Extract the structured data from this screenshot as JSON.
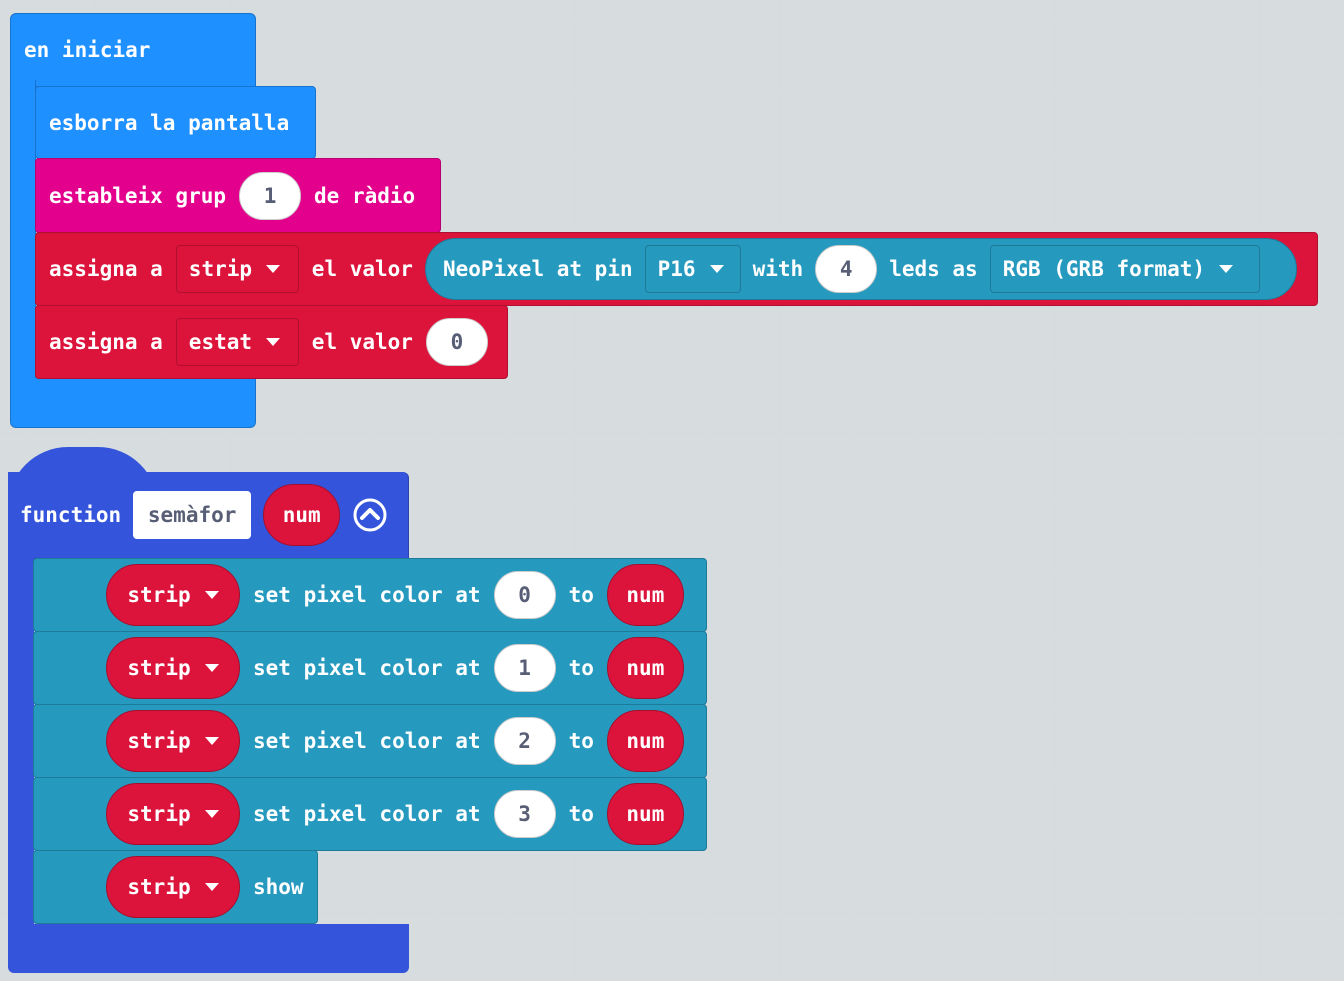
{
  "on_start": {
    "label": "en iniciar",
    "clear_screen": "esborra la pantalla",
    "radio_group": {
      "prefix": "estableix grup",
      "value": "1",
      "suffix": "de ràdio"
    },
    "set_strip": {
      "prefix": "assigna a",
      "variable": "strip",
      "mid": "el valor",
      "neopixel": {
        "label": "NeoPixel at pin",
        "pin": "P16",
        "with": "with",
        "leds": "4",
        "leds_as": "leds as",
        "format": "RGB (GRB format)"
      }
    },
    "set_estat": {
      "prefix": "assigna a",
      "variable": "estat",
      "mid": "el valor",
      "value": "0"
    }
  },
  "function": {
    "keyword": "function",
    "name": "semàfor",
    "param": "num",
    "rows": [
      {
        "var": "strip",
        "text": "set pixel color at",
        "index": "0",
        "to": "to",
        "color": "num"
      },
      {
        "var": "strip",
        "text": "set pixel color at",
        "index": "1",
        "to": "to",
        "color": "num"
      },
      {
        "var": "strip",
        "text": "set pixel color at",
        "index": "2",
        "to": "to",
        "color": "num"
      },
      {
        "var": "strip",
        "text": "set pixel color at",
        "index": "3",
        "to": "to",
        "color": "num"
      }
    ],
    "show": {
      "var": "strip",
      "text": "show"
    }
  },
  "colors": {
    "background": "#ecf0f1",
    "basic": "#1e90ff",
    "radio": "#e3008c",
    "variables": "#dc143c",
    "neopixel": "#2699bf",
    "functions": "#3455db"
  }
}
